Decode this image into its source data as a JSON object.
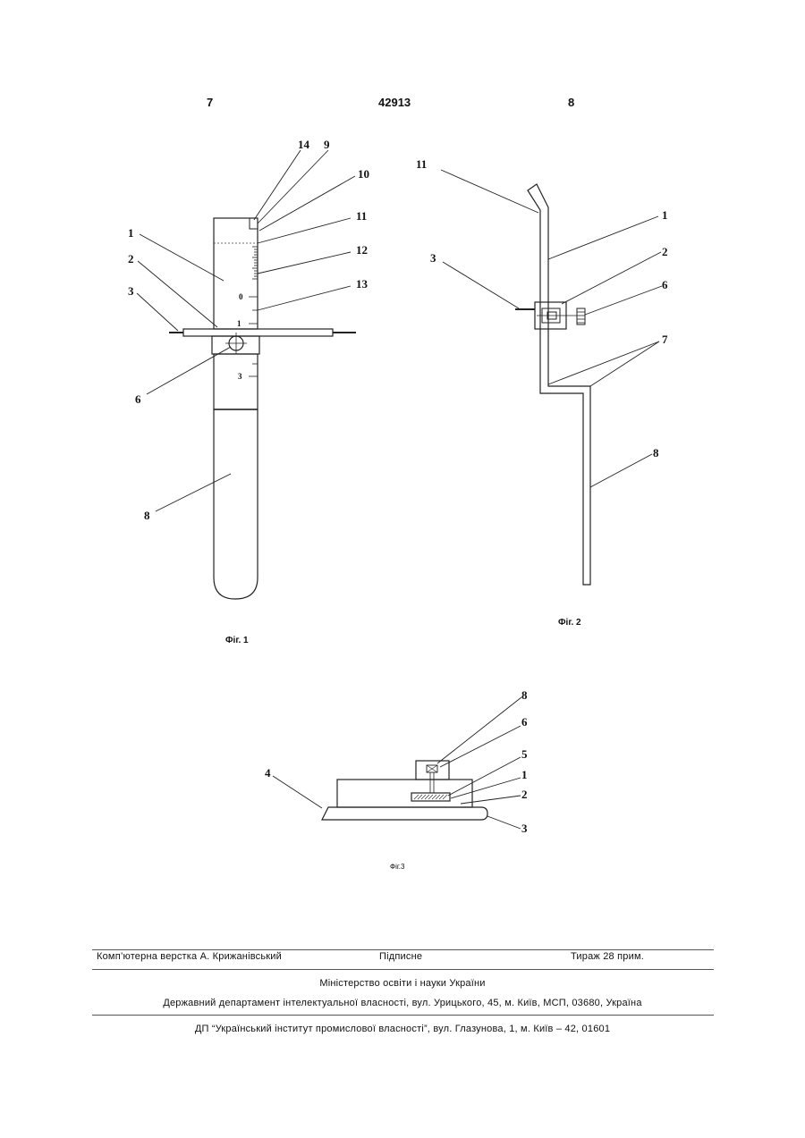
{
  "header": {
    "left_page": "7",
    "patent_number": "42913",
    "right_page": "8"
  },
  "fig1": {
    "caption": "Фіг. 1",
    "labels": {
      "l14": "14",
      "l9": "9",
      "l10": "10",
      "l11": "11",
      "l1": "1",
      "l12": "12",
      "l2": "2",
      "l13": "13",
      "l3": "3",
      "l6": "6",
      "l8": "8"
    },
    "scale": {
      "s0": "0",
      "s1": "1",
      "s3": "3"
    }
  },
  "fig2": {
    "caption": "Фіг. 2",
    "labels": {
      "l11": "11",
      "l1": "1",
      "l3": "3",
      "l2": "2",
      "l6": "6",
      "l7": "7",
      "l8": "8"
    }
  },
  "fig3": {
    "caption": "Фіг.3",
    "labels": {
      "l8": "8",
      "l6": "6",
      "l5": "5",
      "l4": "4",
      "l1": "1",
      "l2": "2",
      "l3": "3"
    }
  },
  "footer": {
    "typesetting": "Комп’ютерна верстка А. Крижанівський",
    "signed": "Підписне",
    "circulation": "Тираж 28 прим.",
    "ministry": "Міністерство освіти і науки України",
    "department": "Державний департамент інтелектуальної власності, вул. Урицького, 45, м. Київ, МСП, 03680, Україна",
    "institute": "ДП “Український інститут промислової власності”, вул. Глазунова, 1, м. Київ – 42, 01601"
  }
}
